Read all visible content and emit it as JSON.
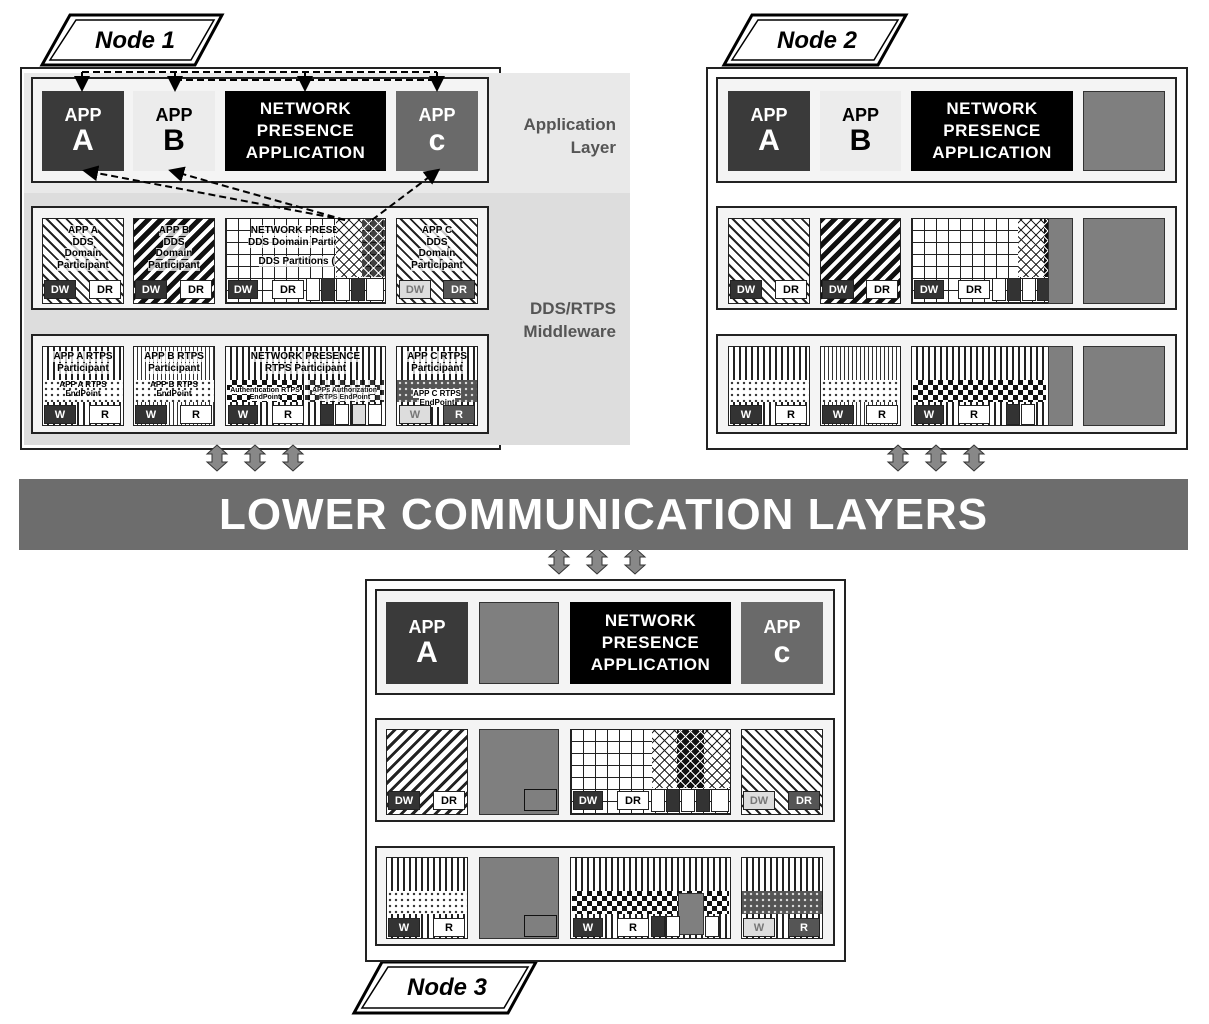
{
  "node1": {
    "title": "Node 1",
    "side_labels": {
      "app_layer": "Application\nLayer",
      "middleware": "DDS/RTPS\nMiddleware"
    },
    "apps": {
      "a": {
        "top": "APP",
        "big": "A"
      },
      "b": {
        "top": "APP",
        "big": "B"
      },
      "npa": "NETWORK\nPRESENCE\nAPPLICATION",
      "c": {
        "top": "APP",
        "big": "c"
      }
    },
    "dds": {
      "a": "APP A\nDDS\nDomain\nParticipant",
      "b": "APP B\nDDS\nDomain\nParticipant",
      "npa": "NETWORK PRESENCE\nDDS Domain Participant",
      "npa_partitions": "DDS Partitions (AA)",
      "c": "APP C\nDDS\nDomain\nParticipant",
      "dw": "DW",
      "dr": "DR"
    },
    "rtps": {
      "a": "APP A RTPS\nParticipant",
      "a_ep": "APP A RTPS\nEndPoint",
      "b": "APP B RTPS\nParticipant",
      "b_ep": "APP B RTPS\nEndPoint",
      "npa": "NETWORK PRESENCE\nRTPS Participant",
      "npa_auth": "Authentication RTPS\nEndPoint",
      "npa_authz": "APPs Authorization\nRTPS EndPoint",
      "c": "APP C RTPS\nParticipant",
      "c_ep": "APP C RTPS\nEndPoint",
      "w": "W",
      "r": "R"
    }
  },
  "node2": {
    "title": "Node 2",
    "apps": {
      "a": {
        "top": "APP",
        "big": "A"
      },
      "b": {
        "top": "APP",
        "big": "B"
      },
      "npa": "NETWORK\nPRESENCE\nAPPLICATION"
    }
  },
  "node3": {
    "title": "Node 3",
    "apps": {
      "a": {
        "top": "APP",
        "big": "A"
      },
      "npa": "NETWORK\nPRESENCE\nAPPLICATION",
      "c": {
        "top": "APP",
        "big": "c"
      }
    }
  },
  "banner": "LOWER COMMUNICATION LAYERS",
  "labels": {
    "dw": "DW",
    "dr": "DR",
    "w": "W",
    "r": "R"
  }
}
